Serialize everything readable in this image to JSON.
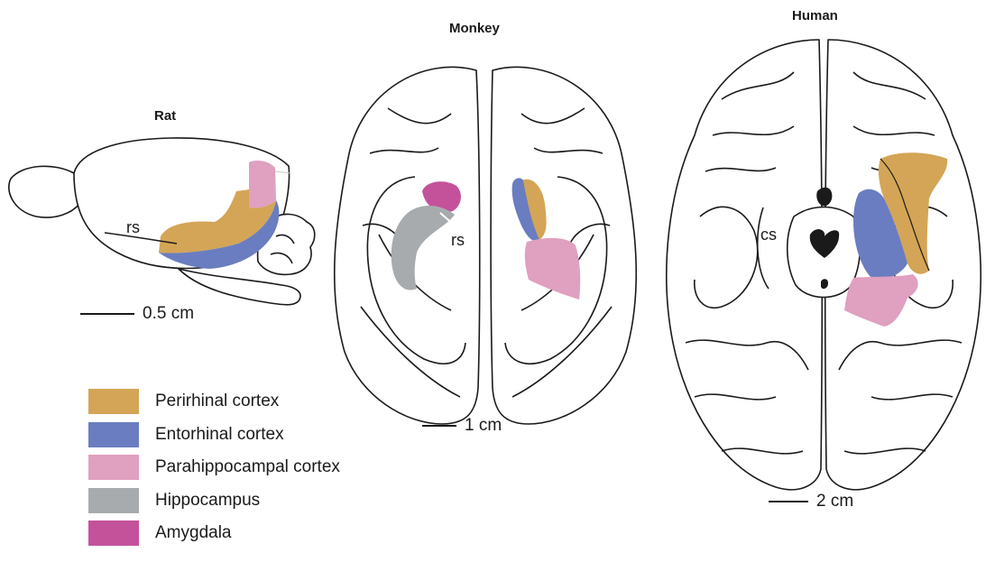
{
  "panels": {
    "rat": {
      "title": "Rat",
      "sulcus": "rs",
      "scale": "0.5 cm"
    },
    "monkey": {
      "title": "Monkey",
      "sulcus": "rs",
      "scale": "1 cm"
    },
    "human": {
      "title": "Human",
      "sulcus": "cs",
      "scale": "2 cm"
    }
  },
  "legend": [
    {
      "label": "Perirhinal cortex",
      "color": "#d4a556"
    },
    {
      "label": "Entorhinal cortex",
      "color": "#6a7dc0"
    },
    {
      "label": "Parahippocampal cortex",
      "color": "#e0a0c0"
    },
    {
      "label": "Hippocampus",
      "color": "#a8abae"
    },
    {
      "label": "Amygdala",
      "color": "#c4529b"
    }
  ],
  "colors": {
    "outline": "#1a1a1a",
    "background": "#ffffff"
  }
}
